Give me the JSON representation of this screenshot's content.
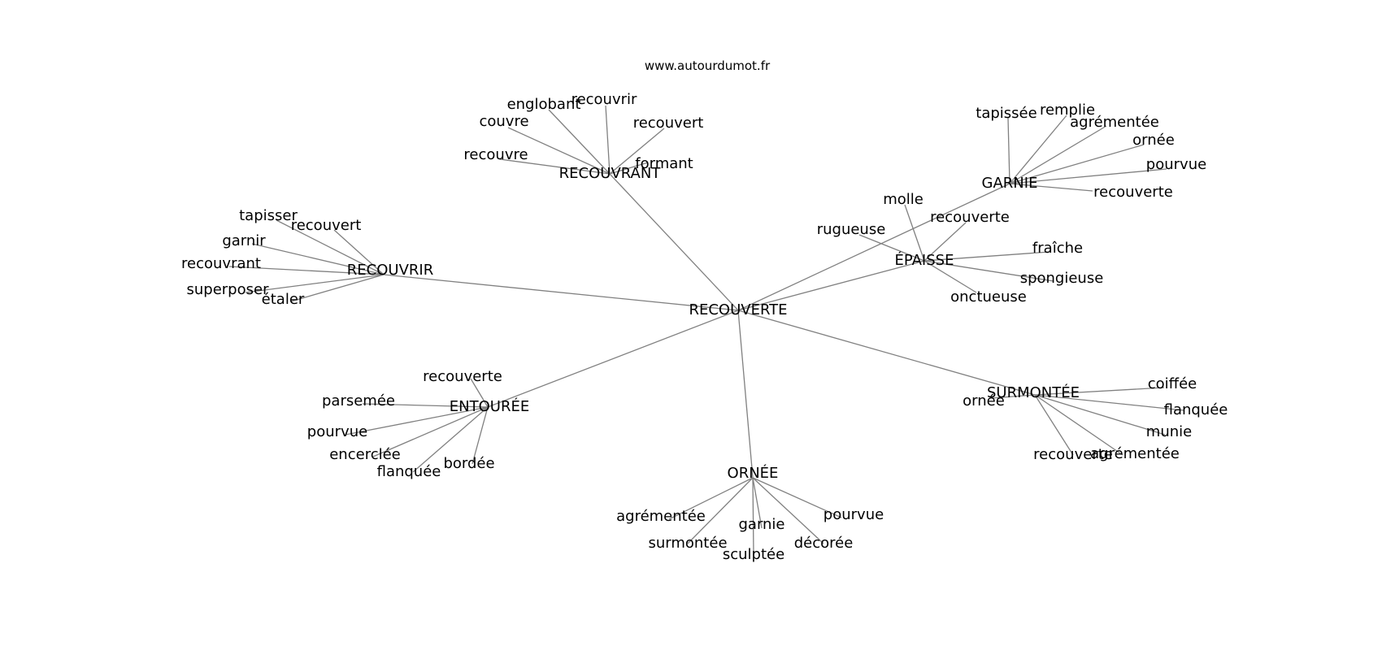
{
  "header": {
    "site": "www.autourdumot.fr"
  },
  "graph": {
    "center": "RECOUVERTE",
    "clusters": [
      {
        "hub": "RECOUVRANT",
        "words": [
          "englobant",
          "recouvrir",
          "couvre",
          "recouvert",
          "recouvre",
          "formant"
        ]
      },
      {
        "hub": "RECOUVRIR",
        "words": [
          "tapisser",
          "recouvert",
          "garnir",
          "recouvrant",
          "superposer",
          "étaler"
        ]
      },
      {
        "hub": "GARNIE",
        "words": [
          "tapissée",
          "remplie",
          "agrémentée",
          "ornée",
          "pourvue",
          "recouverte"
        ]
      },
      {
        "hub": "ÉPAISSE",
        "words": [
          "molle",
          "recouverte",
          "rugueuse",
          "fraîche",
          "spongieuse",
          "onctueuse"
        ]
      },
      {
        "hub": "ENTOURÉE",
        "words": [
          "recouverte",
          "parsemée",
          "pourvue",
          "encerclée",
          "flanquée",
          "bordée"
        ]
      },
      {
        "hub": "SURMONTÉE",
        "words": [
          "coiffée",
          "ornée",
          "flanquée",
          "munie",
          "recouverte",
          "agrémentée"
        ]
      },
      {
        "hub": "ORNÉE",
        "words": [
          "agrémentée",
          "pourvue",
          "garnie",
          "surmontée",
          "décorée",
          "sculptée"
        ]
      }
    ]
  }
}
